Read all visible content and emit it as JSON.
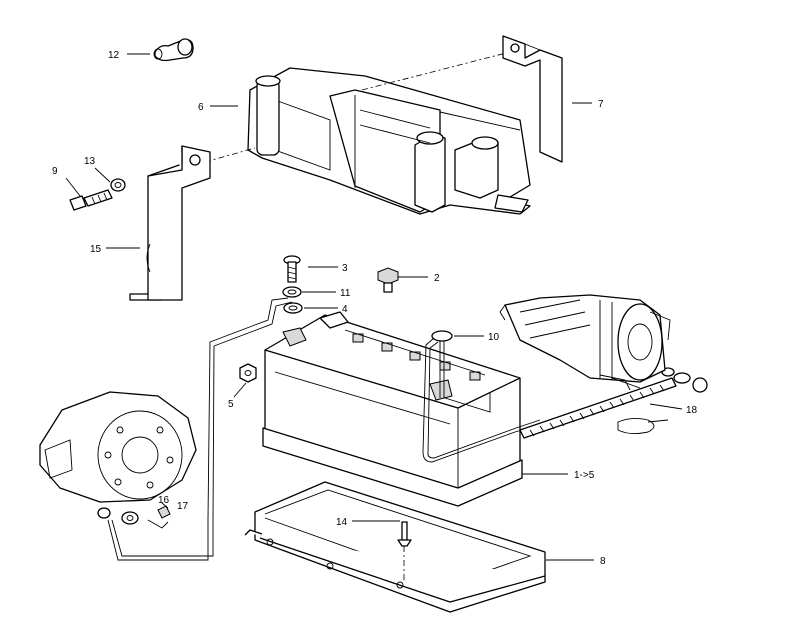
{
  "callouts": {
    "c12": "12",
    "c6": "6",
    "c7": "7",
    "c9": "9",
    "c13": "13",
    "c15": "15",
    "c3": "3",
    "c2": "2",
    "c11": "11",
    "c4": "4",
    "c10": "10",
    "c5": "5",
    "c18": "18",
    "c1to5": "1->5",
    "c16": "16",
    "c17": "17",
    "c14": "14",
    "c8": "8"
  }
}
